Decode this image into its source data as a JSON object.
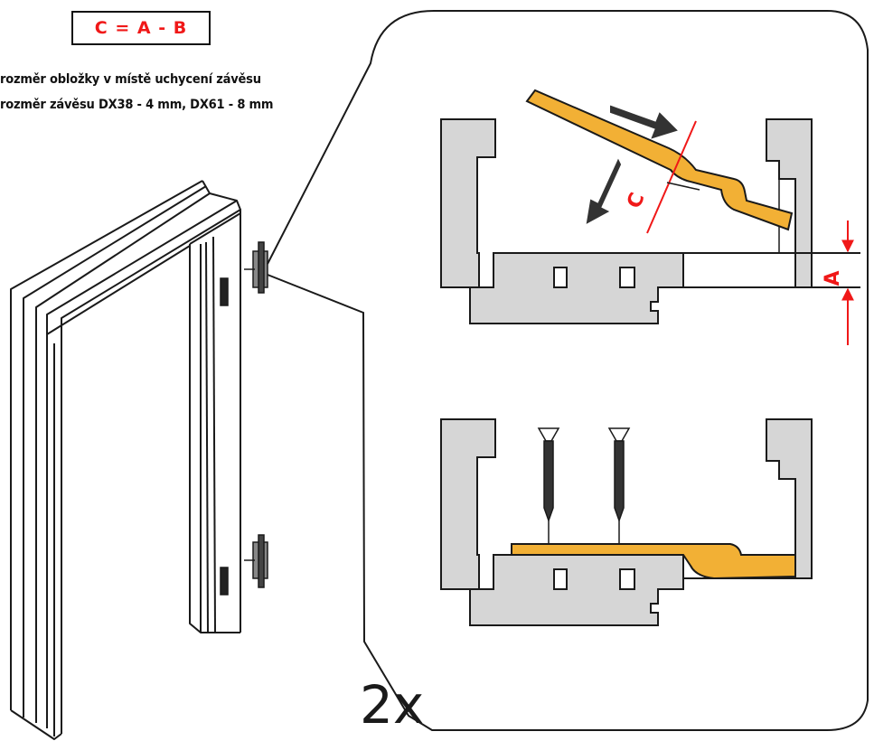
{
  "formula": "C = A - B",
  "legend": [
    "rozměr obložky v místě uchycení závěsu",
    "rozměr závěsu DX38 - 4 mm, DX61 - 8 mm"
  ],
  "labels": {
    "a": "A",
    "c": "C",
    "count": "2x"
  },
  "colors": {
    "accent": "#f01818",
    "hinge": "#f2b035",
    "frame_fill": "#d6d6d6",
    "outline": "#1a1a1a"
  }
}
